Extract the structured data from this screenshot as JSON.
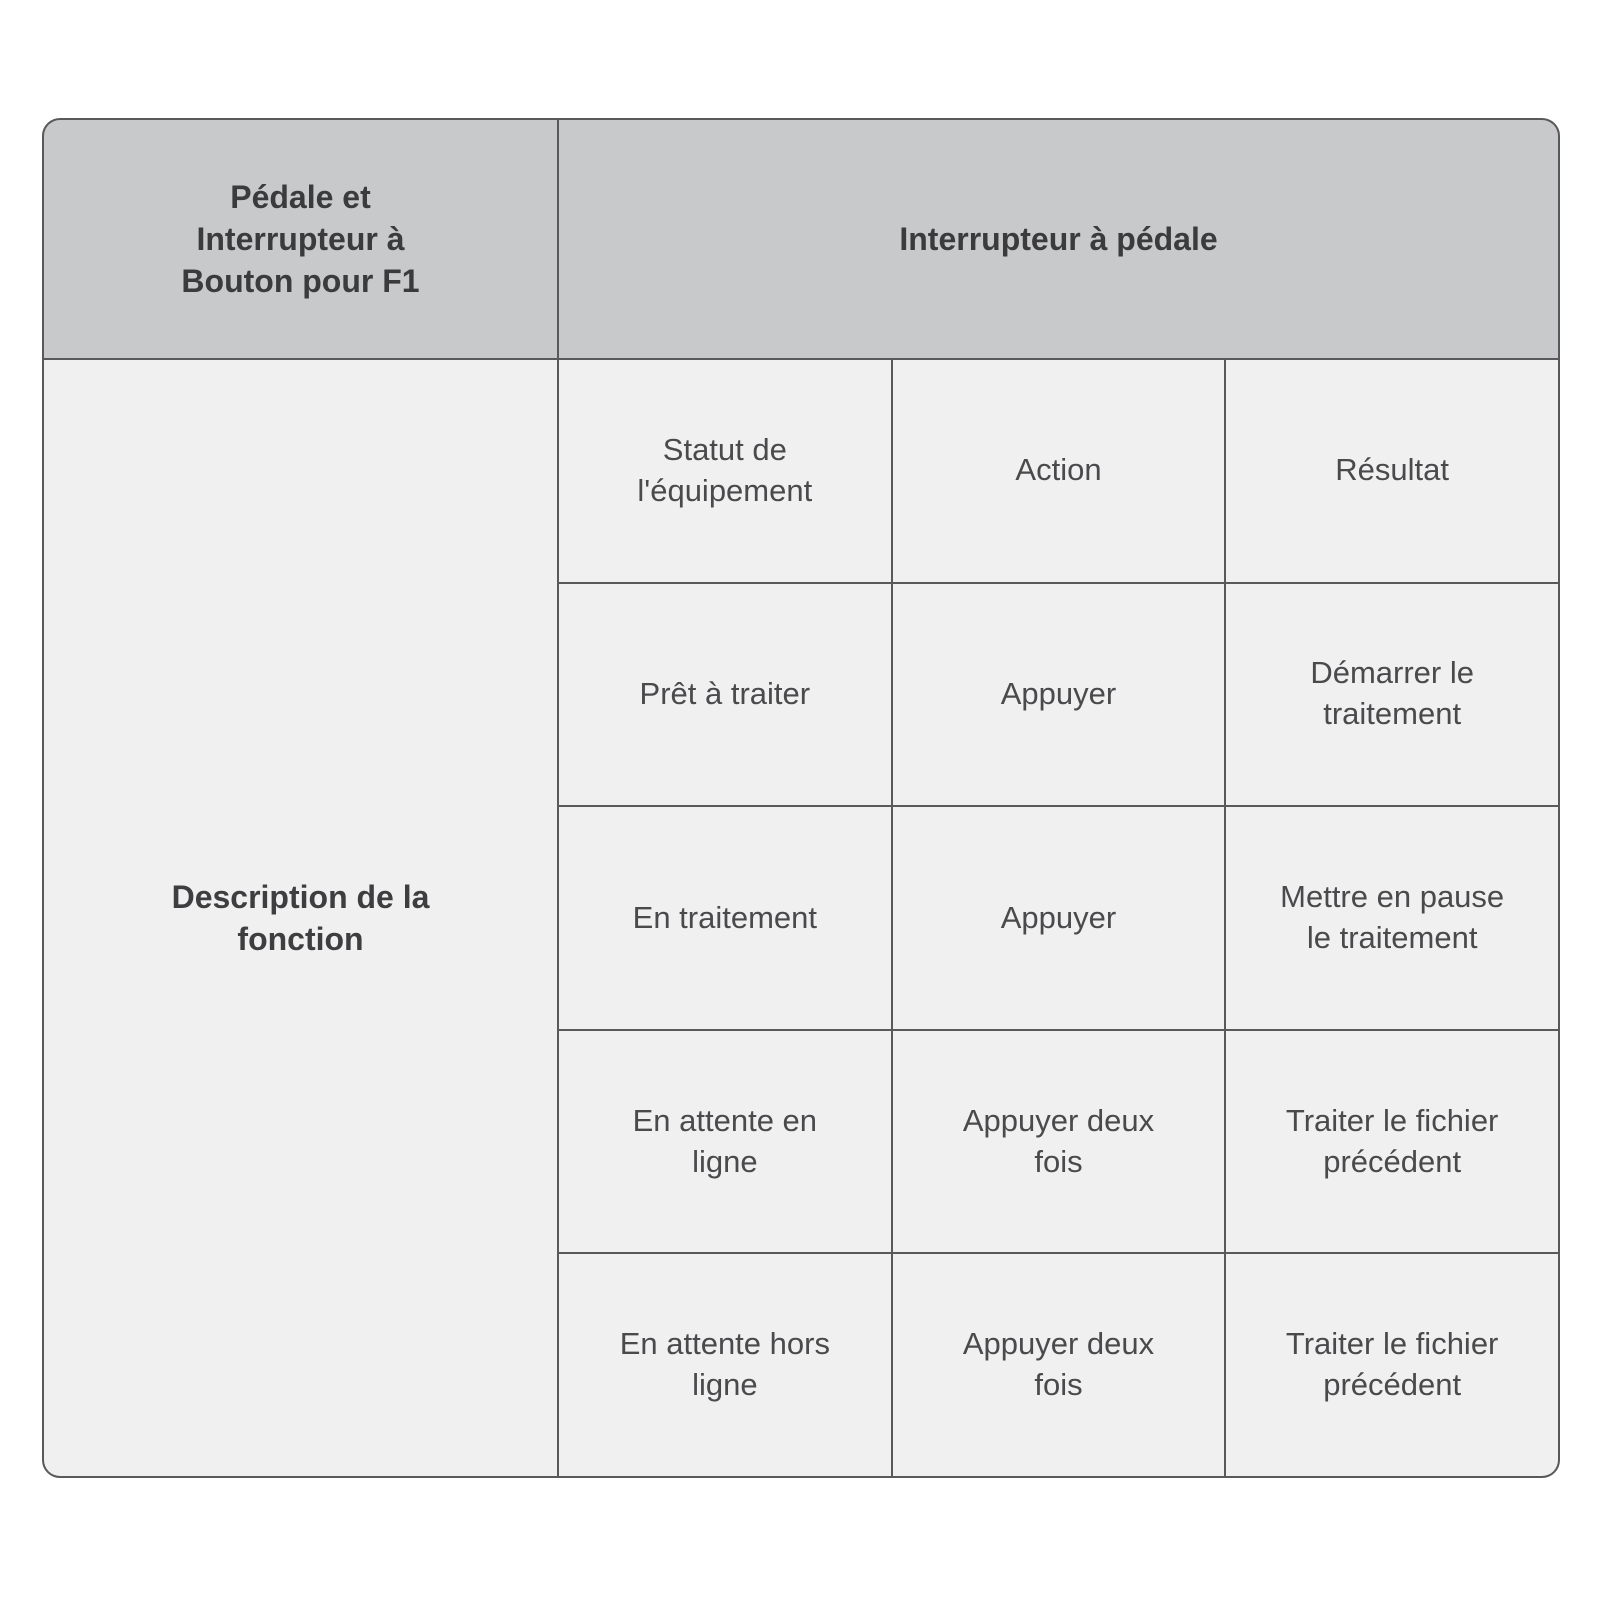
{
  "table": {
    "corner_header": "Pédale et Interrupteur à Bouton pour F1",
    "group_header": "Interrupteur à pédale",
    "row_group_label": "Description de la fonction",
    "column_headers": {
      "statut": "Statut de l'équipement",
      "action": "Action",
      "resultat": "Résultat"
    },
    "rows": [
      {
        "statut": "Prêt à traiter",
        "action": "Appuyer",
        "resultat": "Démarrer le traitement"
      },
      {
        "statut": "En traitement",
        "action": "Appuyer",
        "resultat": "Mettre en pause le traitement"
      },
      {
        "statut": "En attente en ligne",
        "action": "Appuyer deux fois",
        "resultat": "Traiter le fichier précédent"
      },
      {
        "statut": "En attente hors ligne",
        "action": "Appuyer deux fois",
        "resultat": "Traiter le fichier précédent"
      }
    ],
    "colors": {
      "header_bg": "#c8c9cb",
      "body_bg": "#f0f0f1",
      "border": "#59595b",
      "header_text": "#3b3b3d",
      "body_text": "#4a4a4c",
      "page_bg": "#ffffff"
    }
  }
}
